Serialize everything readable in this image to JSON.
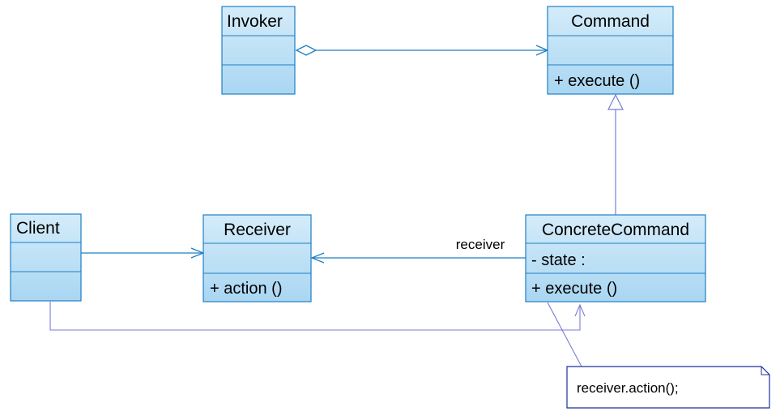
{
  "colors": {
    "class_fill_top": "#d4ecfa",
    "class_fill_bottom": "#a9d6f2",
    "class_border": "#1f7fc4",
    "association_line": "#1f7fc4",
    "dependency_line": "#7b7bd8",
    "note_border": "#1c2f9e"
  },
  "classes": {
    "invoker": {
      "name": "Invoker",
      "attributes": [],
      "operations": []
    },
    "command": {
      "name": "Command",
      "attributes": [],
      "operations": [
        "+  execute ()"
      ]
    },
    "client": {
      "name": "Client",
      "attributes": [],
      "operations": []
    },
    "receiver": {
      "name": "Receiver",
      "attributes": [],
      "operations": [
        "+  action ()"
      ]
    },
    "concrete": {
      "name": "ConcreteCommand",
      "attributes": [
        "-  state  :"
      ],
      "operations": [
        "+  execute ()"
      ]
    }
  },
  "relations": {
    "receiver_role": "receiver"
  },
  "note": {
    "text": "receiver.action();"
  }
}
